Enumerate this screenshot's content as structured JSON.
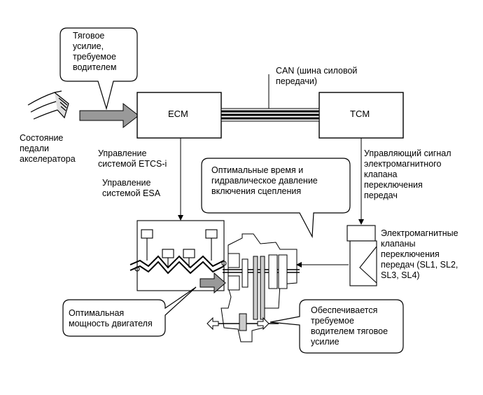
{
  "labels": {
    "traction_force": "Тяговое\nусилие,\nтребуемое\nводителем",
    "ecm": "ECM",
    "tcm": "TCM",
    "can_bus": "CAN (шина силовой\nпередачи)",
    "pedal_state": "Состояние\nпедали\nакселератора",
    "etcs": "Управление\nсистемой ETCS-i",
    "esa": "Управление\nсистемой ESA",
    "control_signal": "Управляющий сигнал\nэлектромагнитного\nклапана\nпереключения\nпередач",
    "optimal_time": "Оптимальные время и\nгидравлическое давление\nвключения сцепления",
    "solenoids": "Электромагнитные\nклапаны\nпереключения\nпередач (SL1, SL2,\nSL3, SL4)",
    "optimal_power": "Оптимальная\nмощность двигателя",
    "provided_force": "Обеспечивается\nтребуемое\nводителем тяговое\nусилие"
  },
  "icons": [
    "accelerator-pedal-icon",
    "engine-icon",
    "transmission-icon",
    "solenoid-valve-icon"
  ]
}
